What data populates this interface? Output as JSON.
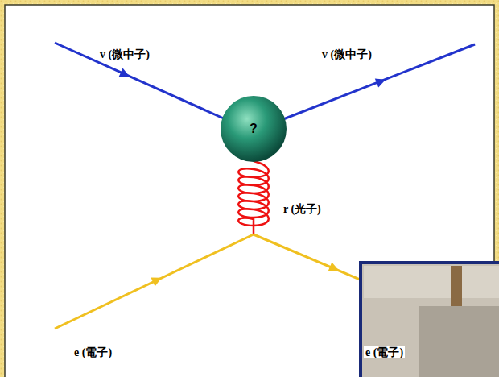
{
  "diagram": {
    "nodes": [
      {
        "text": [
          "?"
        ]
      }
    ],
    "labels": [
      "v (微中子)",
      "v (微中子)",
      "r (光子)",
      "e (電子)",
      "e (電子)"
    ]
  }
}
